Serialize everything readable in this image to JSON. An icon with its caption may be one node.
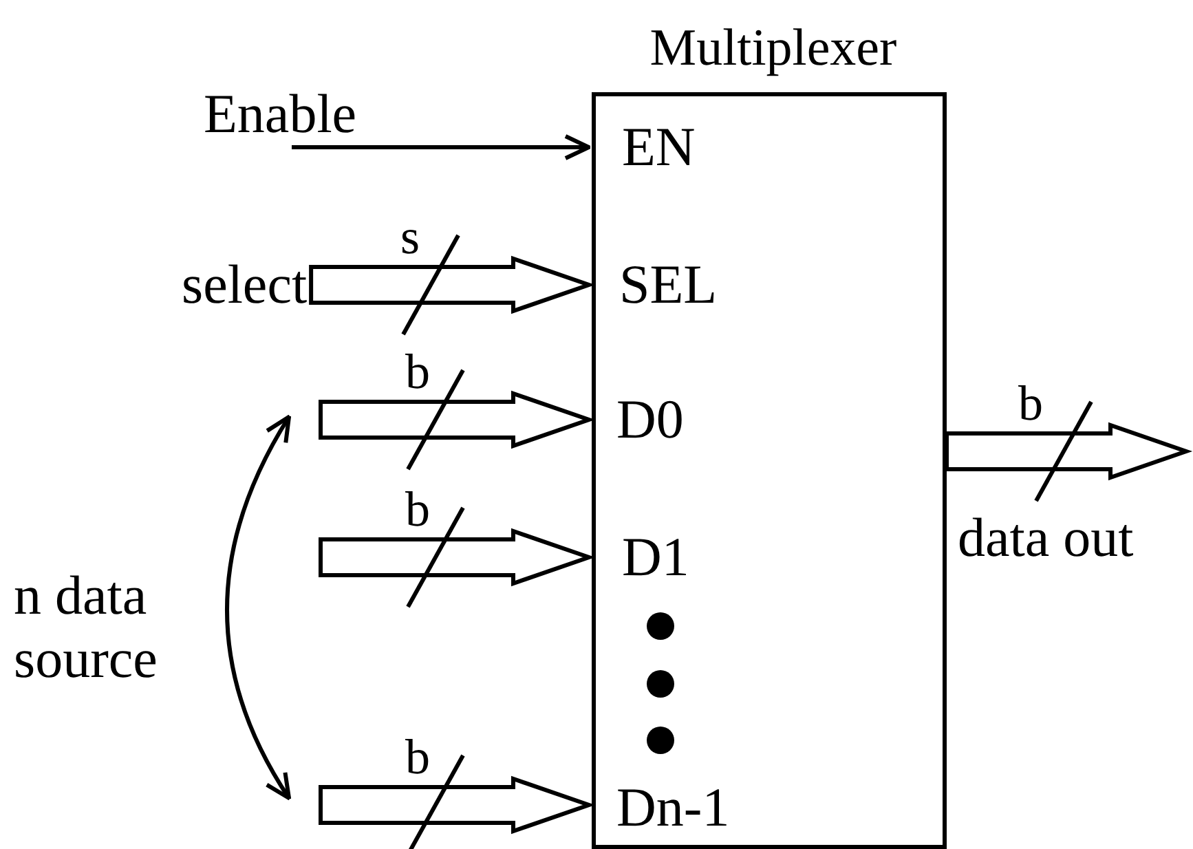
{
  "diagram": {
    "nodes": [
      {
        "text": [
          "Multiplexer"
        ]
      },
      {
        "text": [
          "Enable"
        ]
      },
      {
        "text": [
          "select"
        ]
      }
    ],
    "edges": [
      {
        "from": 1,
        "to": 0,
        "arrow": "to"
      },
      {
        "from": 2,
        "to": 0,
        "arrow": "to",
        "label": "s",
        "style": "thick"
      },
      {
        "from": null,
        "to": 0,
        "arrow": "to",
        "label": "b",
        "style": "thick"
      },
      {
        "from": null,
        "to": 0,
        "arrow": "to",
        "label": "b",
        "style": "thick"
      },
      {
        "from": null,
        "to": 0,
        "arrow": "to",
        "label": "b",
        "style": "thick"
      },
      {
        "from": 0,
        "to": null,
        "arrow": "to",
        "label": "b",
        "style": "thick"
      }
    ],
    "labels": [
      "EN",
      "SEL",
      "D0",
      "D1",
      "Dn-1",
      "data out",
      "n data source"
    ]
  }
}
